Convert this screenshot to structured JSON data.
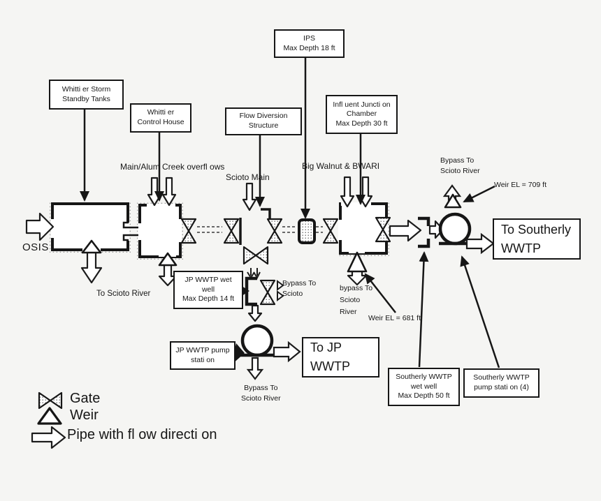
{
  "title": "Sewer system process flow diagram",
  "colors": {
    "ink": "#161616",
    "background": "#f5f5f3",
    "box_fill": "#ffffff"
  },
  "boxes": {
    "whittier_storm": [
      "Whitti er Storm",
      "Standby Tanks"
    ],
    "whittier_control": [
      "Whitti er",
      "Control House"
    ],
    "flow_diversion": [
      "Flow Diversion",
      "Structure"
    ],
    "ips": [
      "IPS",
      "Max Depth 18 ft"
    ],
    "influent_junction": [
      "Infl uent Juncti on",
      "Chamber",
      "Max Depth 30 ft"
    ],
    "jp_wet_well": [
      "JP WWTP wet",
      "well",
      "Max Depth 14 ft"
    ],
    "jp_pump_station": [
      "JP WWTP pump",
      "stati on"
    ],
    "to_jp_wwtp": [
      "To JP",
      "WWTP"
    ],
    "to_southerly_wwtp": [
      "To Southerly",
      "WWTP"
    ],
    "southerly_wet_well": [
      "Southerly WWTP",
      "wet well",
      "Max Depth 50 ft"
    ],
    "southerly_pump_station": [
      "Southerly WWTP",
      "pump stati on (4)"
    ]
  },
  "labels": {
    "osis": "OSIS",
    "main_alum_creek": "Main/Alum Creek overfl ows",
    "scioto_main": "Scioto Main",
    "big_walnut": "Big Walnut  & BWARI",
    "to_scioto_river": "To Scioto River",
    "bypass_to_scioto": [
      "Bypass To",
      "Scioto"
    ],
    "chamber_bypass": [
      "bypass To",
      "Scioto",
      "River"
    ],
    "weir_el_681": "Weir EL = 681 ft",
    "weir_el_709": "Weir EL = 709 ft",
    "southerly_bypass": [
      "Bypass To",
      "Scioto River"
    ],
    "jp_pump_bypass": [
      "Bypass To",
      "Scioto River"
    ]
  },
  "legend": {
    "gate": "Gate",
    "weir": "Weir",
    "pipe": "Pipe with fl ow directi on"
  }
}
